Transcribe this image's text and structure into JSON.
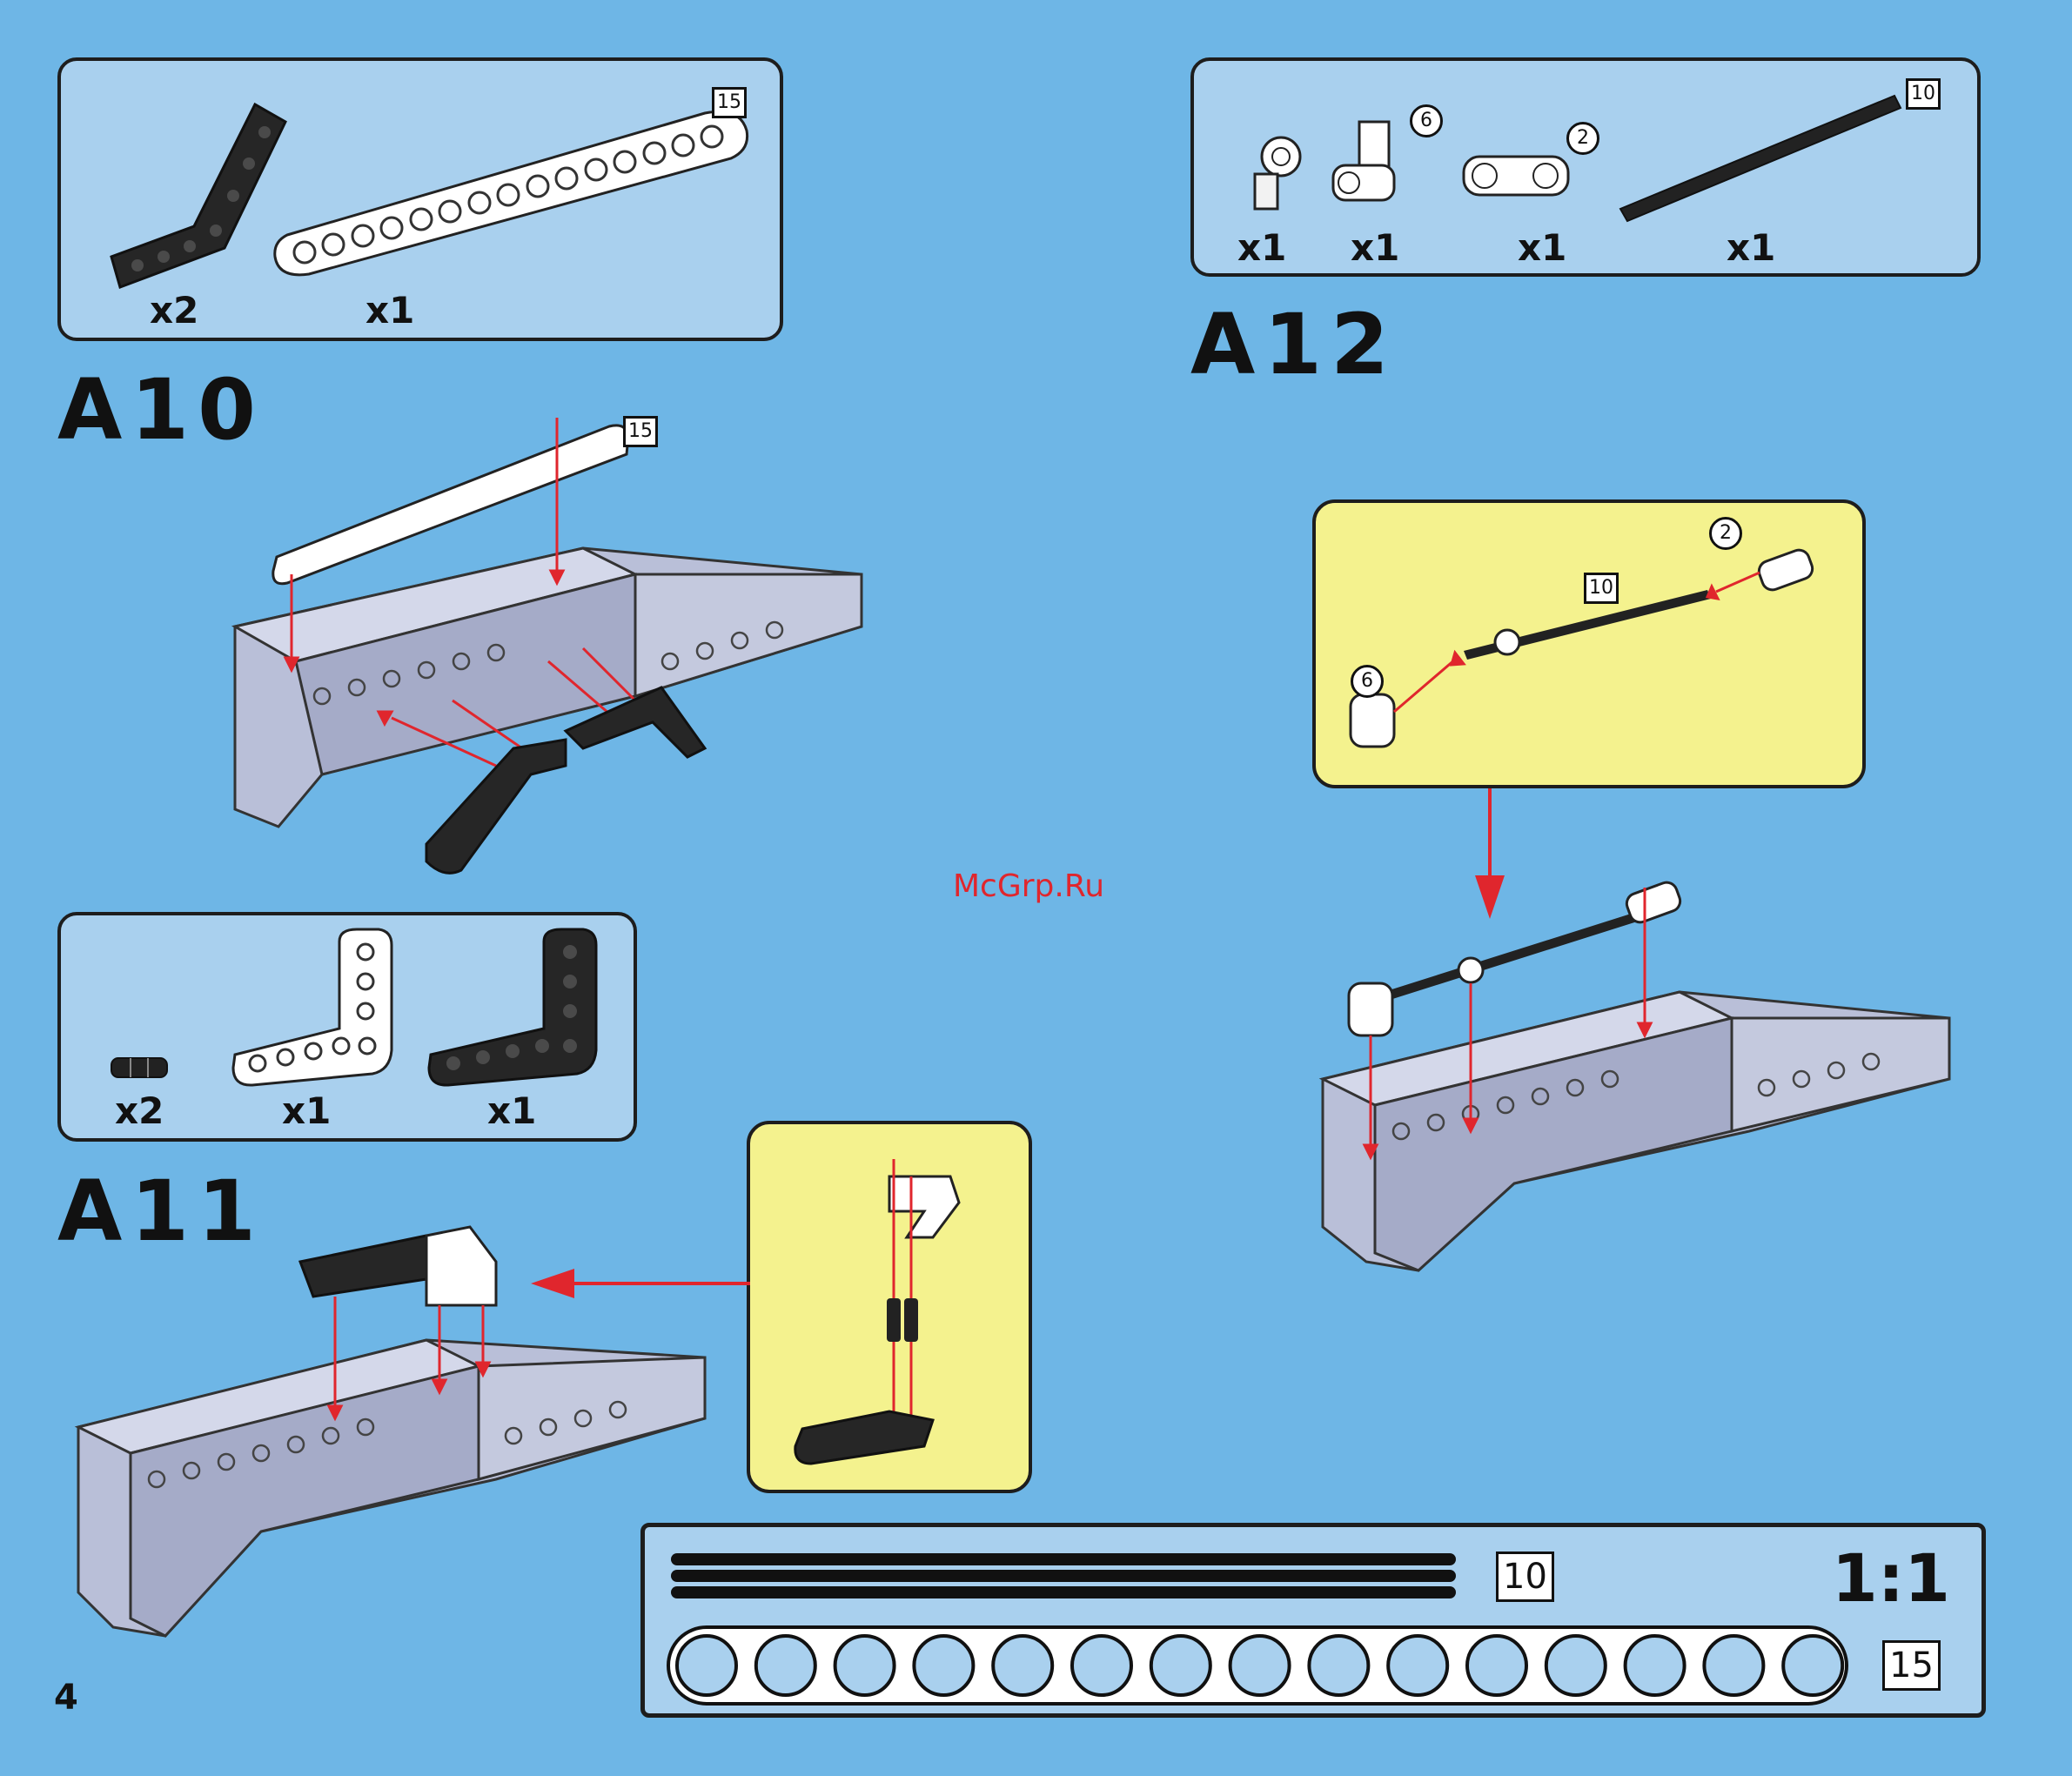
{
  "steps": {
    "a10": {
      "title": "A10",
      "parts": [
        {
          "part": "black-bent-beam",
          "qty": "x2"
        },
        {
          "part": "white-straight-beam",
          "qty": "x1",
          "size_tag": "15"
        }
      ],
      "assembly_tag": "15"
    },
    "a11": {
      "title": "A11",
      "parts": [
        {
          "part": "black-pin",
          "qty": "x2"
        },
        {
          "part": "white-l-beam",
          "qty": "x1"
        },
        {
          "part": "black-l-beam",
          "qty": "x1"
        }
      ]
    },
    "a12": {
      "title": "A12",
      "parts": [
        {
          "part": "white-connector",
          "qty": "x1"
        },
        {
          "part": "white-angle-connector",
          "qty": "x1",
          "tag": "6"
        },
        {
          "part": "white-axle-connector",
          "qty": "x1",
          "tag": "2"
        },
        {
          "part": "black-axle",
          "qty": "x1",
          "size_tag": "10"
        }
      ],
      "callout_tags": {
        "connector": "2",
        "axle": "10",
        "angle": "6"
      }
    }
  },
  "watermark": "McGrp.Ru",
  "scale_ruler": {
    "ratio": "1:1",
    "axle_length": "10",
    "beam_length": "15",
    "holes": 15
  },
  "page_number": "4",
  "colors": {
    "background": "#6eb6e6",
    "parts_panel": "#a9d0ee",
    "callout": "#f4f28e",
    "arrow": "#e0262d",
    "frame": "#b9bfd8"
  }
}
